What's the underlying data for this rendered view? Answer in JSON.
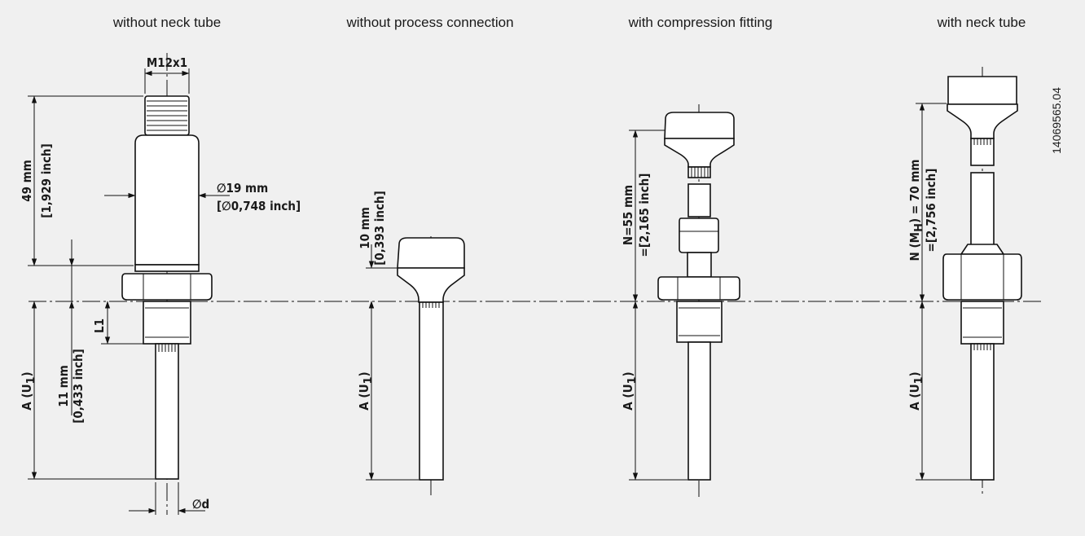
{
  "captions": {
    "v1": "without neck tube",
    "v2": "without process connection",
    "v3": "with compression fitting",
    "v4": "with neck tube"
  },
  "dims": {
    "thread": "M12x1",
    "len49_a": "49 mm",
    "len49_b": "[1,929 inch]",
    "dia19_a": "∅19 mm",
    "dia19_b": "[∅0,748 inch]",
    "l1": "L1",
    "len11_a": "11 mm",
    "len11_b": "[0,433 inch]",
    "a_u1": "A (U",
    "a_u1_sub": "1",
    "a_u1_end": ")",
    "dia_d": "∅d",
    "len10_a": "10 mm",
    "len10_b": "[0,393 inch]",
    "n55_a": "N=55 mm",
    "n55_b": "=[2,165 inch]",
    "n70_a": "N (M",
    "n70_sub": "H",
    "n70_end": ") = 70 mm",
    "n70_b": "=[2,756 inch]"
  },
  "doc_number": "14069565.04"
}
